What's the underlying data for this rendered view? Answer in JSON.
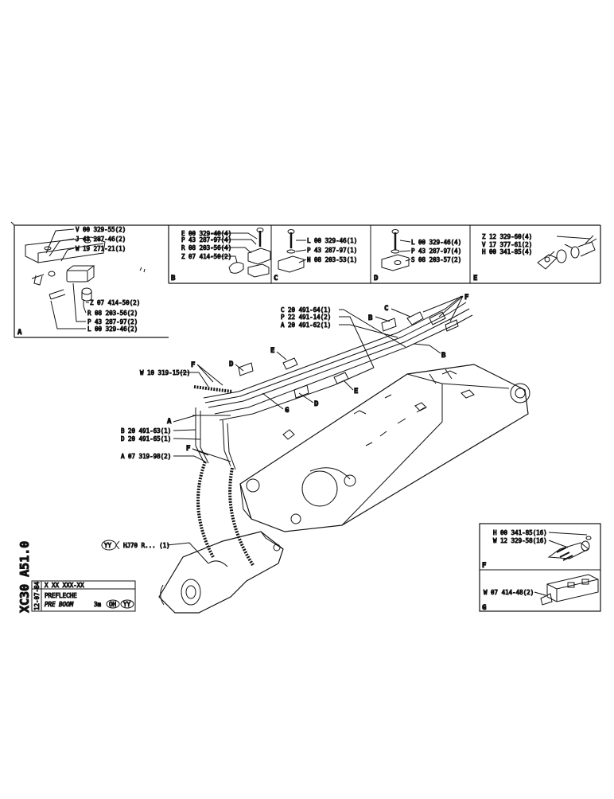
{
  "panels": {
    "A": {
      "letter": "A",
      "parts": [
        "V 00 329-55(2)",
        "J 43 287-46(2)",
        "W 19 271-21(1)",
        "Z 07 414-50(2)",
        "R 08 203-56(2)",
        "P 43 287-97(2)",
        "L 00 329-46(2)"
      ]
    },
    "B": {
      "letter": "B",
      "parts": [
        "E 00 329-40(4)",
        "P 43 287-97(4)",
        "R 08 203-56(4)",
        "Z 07 414-50(2)"
      ]
    },
    "C": {
      "letter": "C",
      "parts": [
        "L 00 329-46(1)",
        "P 43 287-97(1)",
        "N 08 203-53(1)"
      ]
    },
    "D": {
      "letter": "D",
      "parts": [
        "L 00 329-46(4)",
        "P 43 287-97(4)",
        "S 08 203-57(2)"
      ]
    },
    "E": {
      "letter": "E",
      "parts": [
        "Z 12 329-60(4)",
        "V 17 377-61(2)",
        "H 00 341-85(4)"
      ]
    },
    "F": {
      "letter": "F",
      "parts": [
        "H 00 341-85(16)",
        "W 12 329-58(16)"
      ]
    },
    "G": {
      "letter": "G",
      "parts": [
        "W 07 414-48(2)"
      ]
    }
  },
  "main": {
    "hoses_top": [
      "C 20 491-64(1)",
      "P 22 491-14(2)",
      "A 20 491-62(1)"
    ],
    "hoses_left": [
      "B 20 491-63(1)",
      "D 20 491-65(1)",
      "A 07 319-98(2)"
    ],
    "clamp": "W 10 319-15(2)",
    "callouts": [
      "A",
      "B",
      "C",
      "D",
      "E",
      "F",
      "G"
    ],
    "circle_yy": "YY",
    "circle_oh": "OH",
    "hj_ref": "HJ70 R... (1)"
  },
  "title_block": {
    "code": "X XX XXX-XX",
    "name_fr": "PREFLECHE",
    "name_en": "PRE BOOM",
    "length": "3m",
    "date": "12-07-84"
  },
  "sheet_ref": "XC30 A51.0"
}
